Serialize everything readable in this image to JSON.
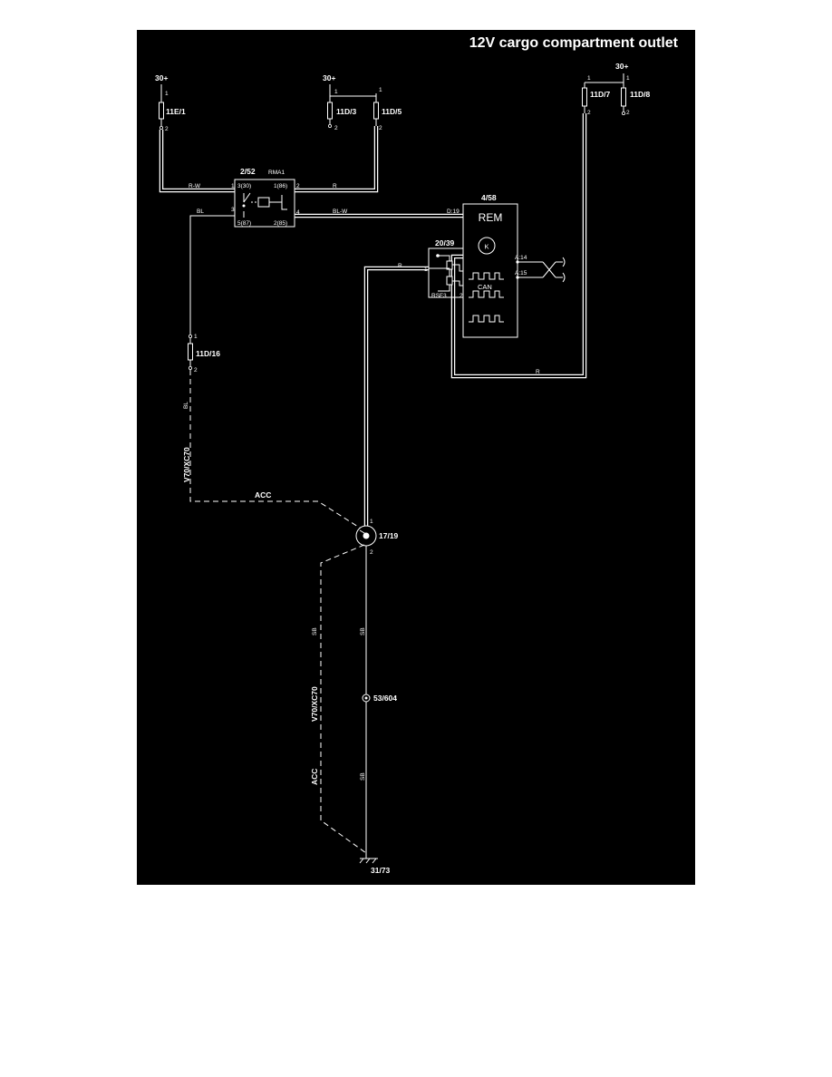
{
  "title": "12V cargo compartment outlet",
  "supply": {
    "left": "30+",
    "middle": "30+",
    "right": "30+"
  },
  "fuses": {
    "f1": "11E/1",
    "f2": "11D/3",
    "f3": "11D/5",
    "f4": "11D/7",
    "f5": "11D/8",
    "f6": "11D/16"
  },
  "pins": {
    "p1": "1",
    "p2": "2",
    "p3": "3",
    "p4": "4",
    "p5": "5"
  },
  "relay": {
    "id": "2/52",
    "name": "RMA1",
    "pin_30": "3(30)",
    "pin_86": "1(86)",
    "pin_87": "5(87)",
    "pin_85": "2(85)"
  },
  "module": {
    "id": "4/58",
    "name": "REM",
    "glyph": "K",
    "can_label": "CAN",
    "pin_d19": "D:19",
    "pin_a14": "A:14",
    "pin_a15": "A:15"
  },
  "resistor_module": {
    "id": "20/39",
    "name": "RSF3"
  },
  "wires": {
    "rw": "R-W",
    "r": "R",
    "bl": "BL",
    "blw": "BL-W",
    "sb": "SB"
  },
  "variant": {
    "acc": "ACC",
    "model": "V70/XC70"
  },
  "outlet": {
    "id": "17/19"
  },
  "splice": {
    "id": "53/604"
  },
  "ground": {
    "id": "31/73"
  }
}
